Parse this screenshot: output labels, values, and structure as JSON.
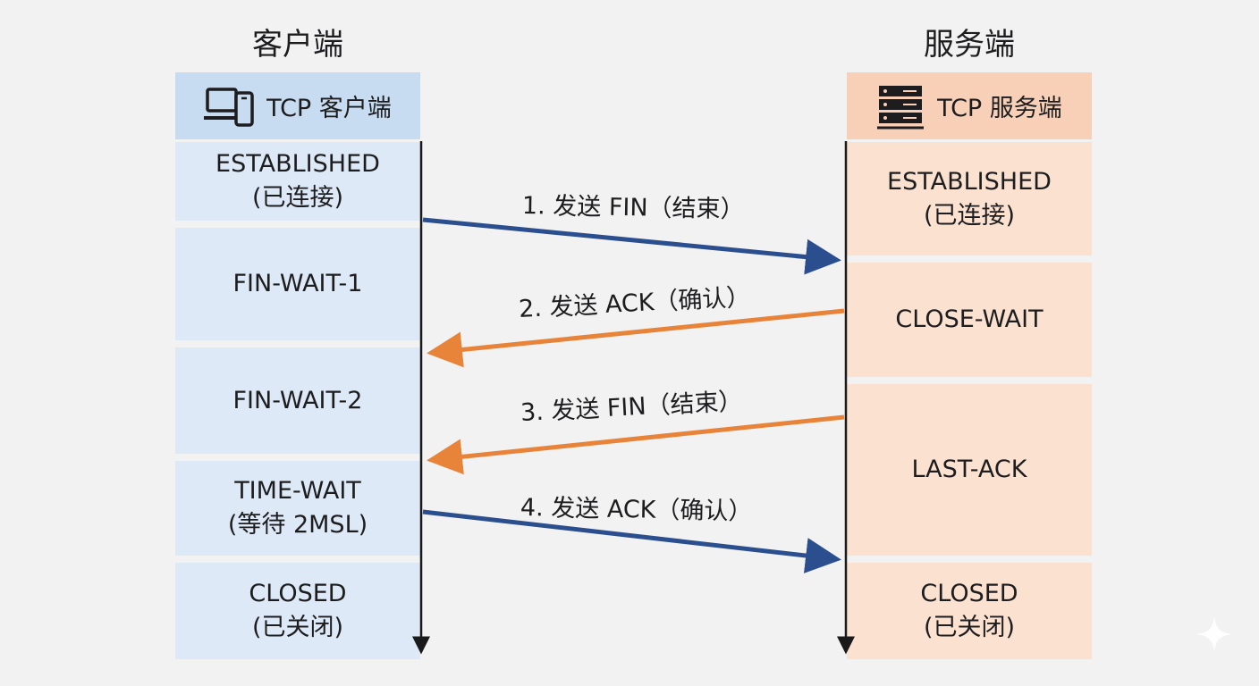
{
  "client": {
    "title": "客户端",
    "header_label": "TCP 客户端",
    "header_icon": "devices-icon",
    "color": "#c7dbf1",
    "states": [
      {
        "id": "established",
        "lines": [
          "ESTABLISHED",
          "(已连接)"
        ]
      },
      {
        "id": "fin-wait-1",
        "lines": [
          "FIN-WAIT-1"
        ]
      },
      {
        "id": "fin-wait-2",
        "lines": [
          "FIN-WAIT-2"
        ]
      },
      {
        "id": "time-wait",
        "lines": [
          "TIME-WAIT",
          "(等待 2MSL)"
        ]
      },
      {
        "id": "closed",
        "lines": [
          "CLOSED",
          "(已关闭)"
        ]
      }
    ]
  },
  "server": {
    "title": "服务端",
    "header_label": "TCP 服务端",
    "header_icon": "server-icon",
    "color": "#f8d0b8",
    "states": [
      {
        "id": "established",
        "lines": [
          "ESTABLISHED",
          "(已连接)"
        ]
      },
      {
        "id": "close-wait",
        "lines": [
          "CLOSE-WAIT"
        ]
      },
      {
        "id": "last-ack",
        "lines": [
          "LAST-ACK"
        ]
      },
      {
        "id": "closed",
        "lines": [
          "CLOSED",
          "(已关闭)"
        ]
      }
    ]
  },
  "messages": [
    {
      "label": "1. 发送 FIN（结束）",
      "direction": "client-to-server",
      "color": "#2b4f8e"
    },
    {
      "label": "2. 发送 ACK（确认）",
      "direction": "server-to-client",
      "color": "#e8843a"
    },
    {
      "label": "3. 发送 FIN（结束）",
      "direction": "server-to-client",
      "color": "#e8843a"
    },
    {
      "label": "4. 发送 ACK（确认）",
      "direction": "client-to-server",
      "color": "#2b4f8e"
    }
  ],
  "timeline_color": "#1a1a1a"
}
